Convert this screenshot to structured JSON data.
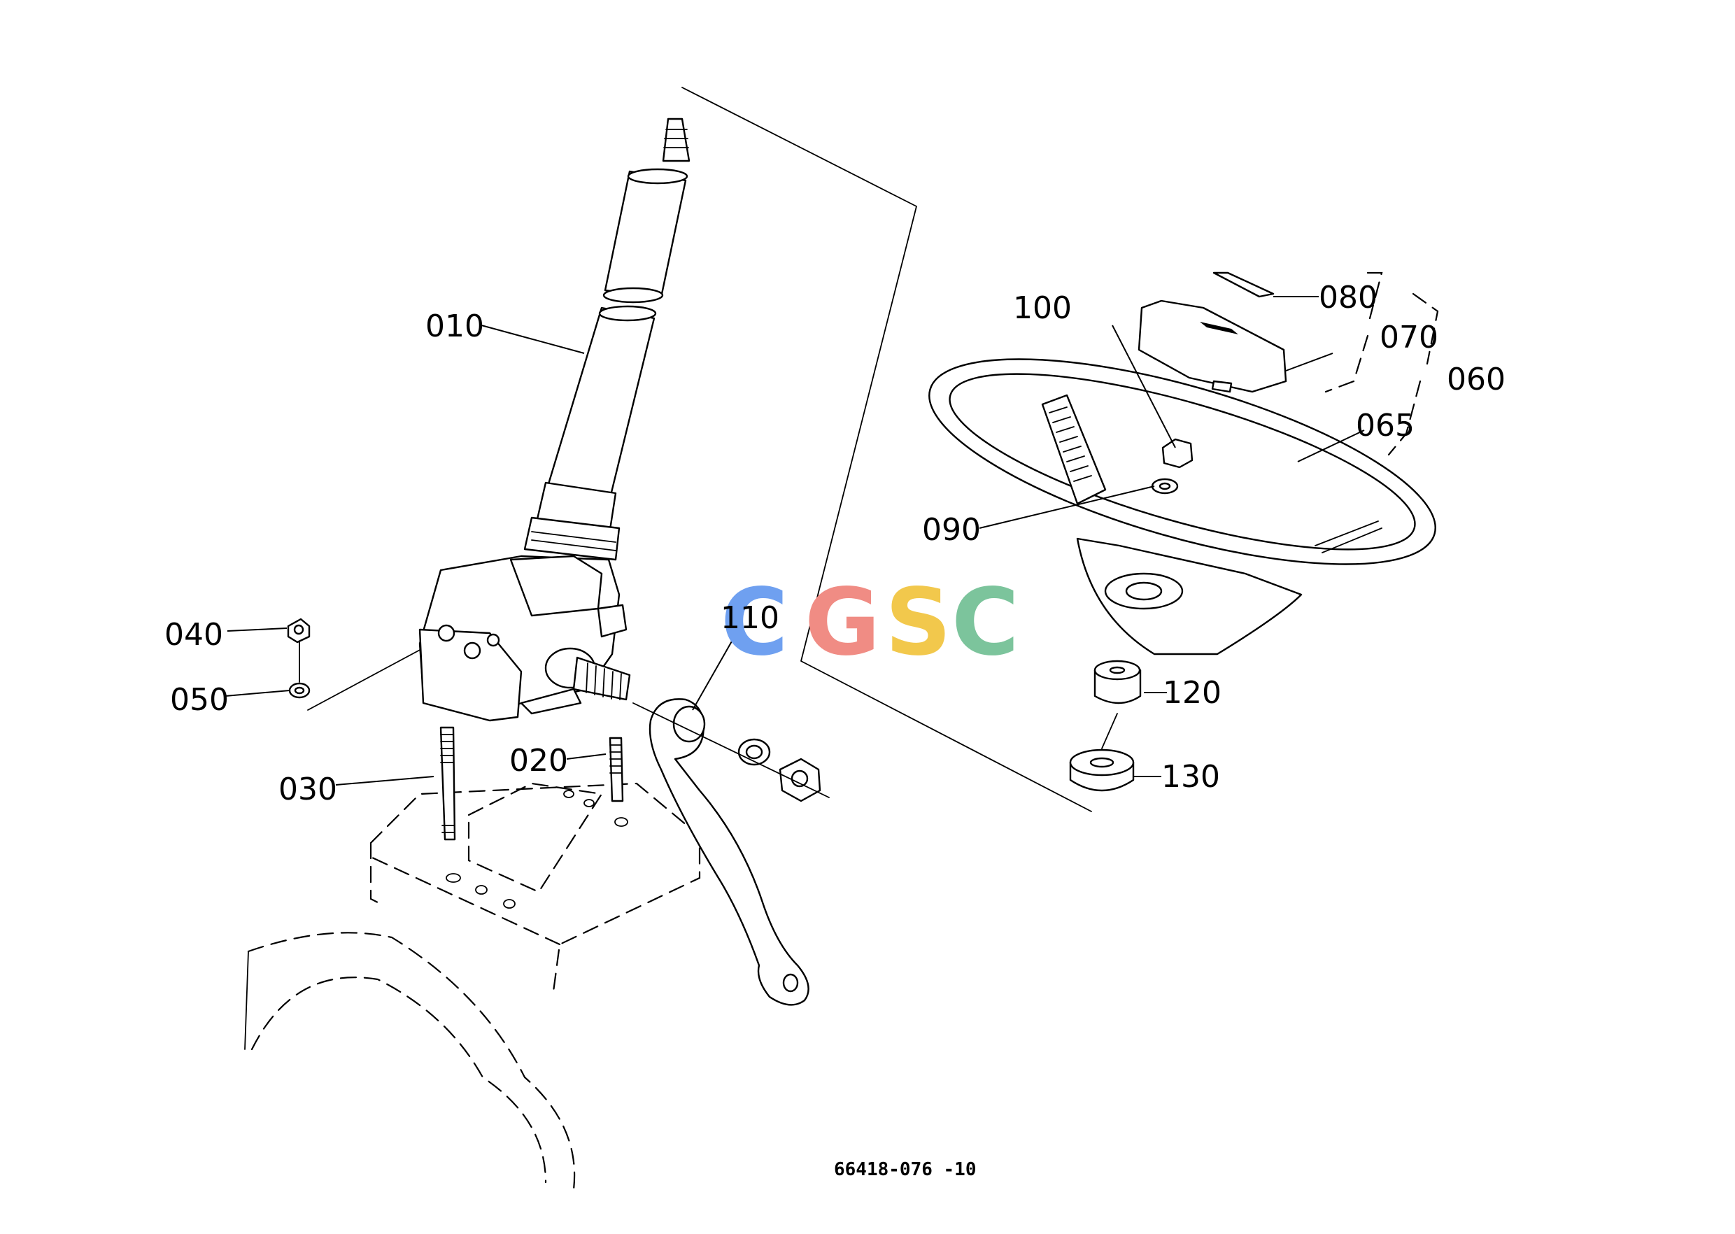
{
  "callouts": {
    "p010": "010",
    "p020": "020",
    "p030": "030",
    "p040": "040",
    "p050": "050",
    "p060": "060",
    "p065": "065",
    "p070": "070",
    "p080": "080",
    "p090": "090",
    "p100": "100",
    "p110": "110",
    "p120": "120",
    "p130": "130"
  },
  "drawing_number": "66418-076 -10",
  "watermark": {
    "letters": [
      "C",
      "G",
      "S",
      "C"
    ],
    "colors": [
      "#6fa0f0",
      "#f08c84",
      "#f2c84c",
      "#7cc49c"
    ]
  }
}
